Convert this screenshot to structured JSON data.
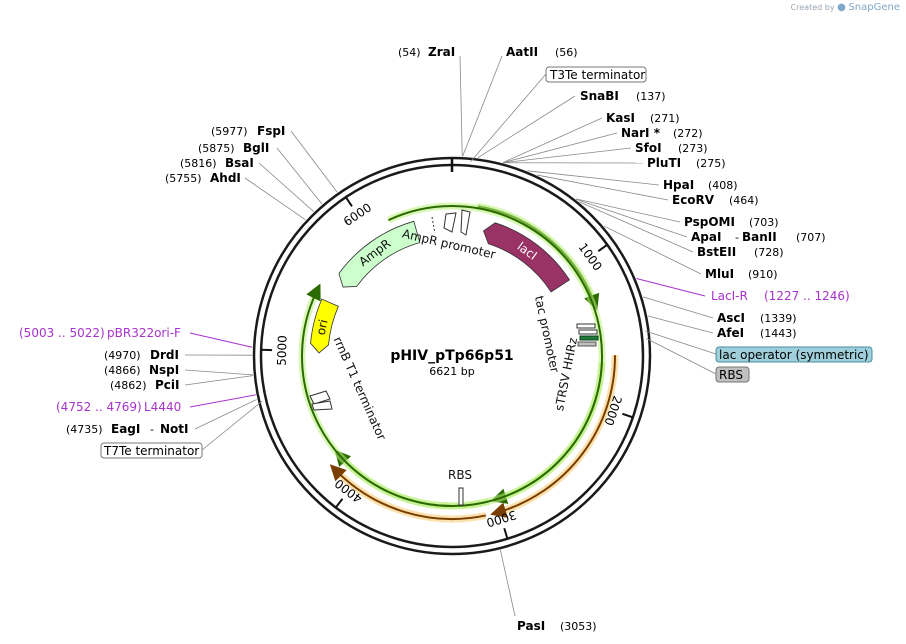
{
  "credit": {
    "prefix": "Created by",
    "brand": "SnapGene"
  },
  "plasmid": {
    "name": "pHIV_pTp66p51",
    "length_label": "6621 bp",
    "length": 6621
  },
  "ticks": [
    {
      "pos": 1000,
      "label": "1000"
    },
    {
      "pos": 2000,
      "label": "2000"
    },
    {
      "pos": 3000,
      "label": "3000"
    },
    {
      "pos": 4000,
      "label": "4000"
    },
    {
      "pos": 5000,
      "label": "5000"
    },
    {
      "pos": 6000,
      "label": "6000"
    }
  ],
  "enzymes": [
    {
      "name": "ZraI",
      "pos": "(54)",
      "site": 54
    },
    {
      "name": "AatII",
      "pos": "(56)",
      "site": 56
    },
    {
      "name": "SnaBI",
      "pos": "(137)",
      "site": 137
    },
    {
      "name": "KasI",
      "pos": "(271)",
      "site": 271
    },
    {
      "name": "NarI *",
      "pos": "(272)",
      "site": 272
    },
    {
      "name": "SfoI",
      "pos": "(273)",
      "site": 273
    },
    {
      "name": "PluTI",
      "pos": "(275)",
      "site": 275
    },
    {
      "name": "HpaI",
      "pos": "(408)",
      "site": 408
    },
    {
      "name": "EcoRV",
      "pos": "(464)",
      "site": 464
    },
    {
      "name": "PspOMI",
      "pos": "(703)",
      "site": 703
    },
    {
      "name": "ApaI",
      "extra": "BanII",
      "pos": "(707)",
      "site": 707
    },
    {
      "name": "BstEII",
      "pos": "(728)",
      "site": 728
    },
    {
      "name": "MluI",
      "pos": "(910)",
      "site": 910
    },
    {
      "name": "AscI",
      "pos": "(1339)",
      "site": 1339
    },
    {
      "name": "AfeI",
      "pos": "(1443)",
      "site": 1443
    },
    {
      "name": "PasI",
      "pos": "(3053)",
      "site": 3053
    },
    {
      "name": "EagI",
      "extra": "NotI",
      "pos": "(4735)",
      "site": 4735
    },
    {
      "name": "PciI",
      "pos": "(4862)",
      "site": 4862
    },
    {
      "name": "NspI",
      "pos": "(4866)",
      "site": 4866
    },
    {
      "name": "DrdI",
      "pos": "(4970)",
      "site": 4970
    },
    {
      "name": "AhdI",
      "pos": "(5755)",
      "site": 5755
    },
    {
      "name": "BsaI",
      "pos": "(5816)",
      "site": 5816
    },
    {
      "name": "BglI",
      "pos": "(5875)",
      "site": 5875
    },
    {
      "name": "FspI",
      "pos": "(5977)",
      "site": 5977
    }
  ],
  "primers": [
    {
      "name": "LacI-R",
      "range": "(1227 .. 1246)",
      "site": 1236
    },
    {
      "name": "pBR322ori-F",
      "range": "(5003 .. 5022)",
      "site": 5012
    },
    {
      "name": "L4440",
      "range": "(4752 .. 4769)",
      "site": 4760
    }
  ],
  "boxed_features": [
    {
      "name": "T3Te terminator",
      "style": "outline"
    },
    {
      "name": "lac operator (symmetric)",
      "style": "lacop"
    },
    {
      "name": "RBS",
      "style": "gray"
    },
    {
      "name": "T7Te terminator",
      "style": "outline"
    }
  ],
  "features": [
    {
      "name": "lacI",
      "start": 260,
      "end": 1050,
      "color": "#993366",
      "label_color": "#ffffff"
    },
    {
      "name": "AmpR",
      "start": 5560,
      "end": 6330,
      "color": "#ccffcc",
      "label_color": "#111111"
    },
    {
      "name": "ori",
      "start": 4990,
      "end": 5400,
      "color": "#ffff00",
      "label_color": "#111111"
    }
  ],
  "feature_labels": [
    {
      "name": "AmpR promoter"
    },
    {
      "name": "rrnB T1 terminator"
    },
    {
      "name": "tac promoter"
    },
    {
      "name": "sTRSV HHRz"
    },
    {
      "name": "RBS"
    }
  ],
  "colors": {
    "orf": "#66cc00",
    "insert": "#ee9900",
    "enzyme_line": "#888888",
    "primer": "#a833cc",
    "lacop_fill": "#9ecfdb",
    "gray_box": "#bfbfbf"
  }
}
